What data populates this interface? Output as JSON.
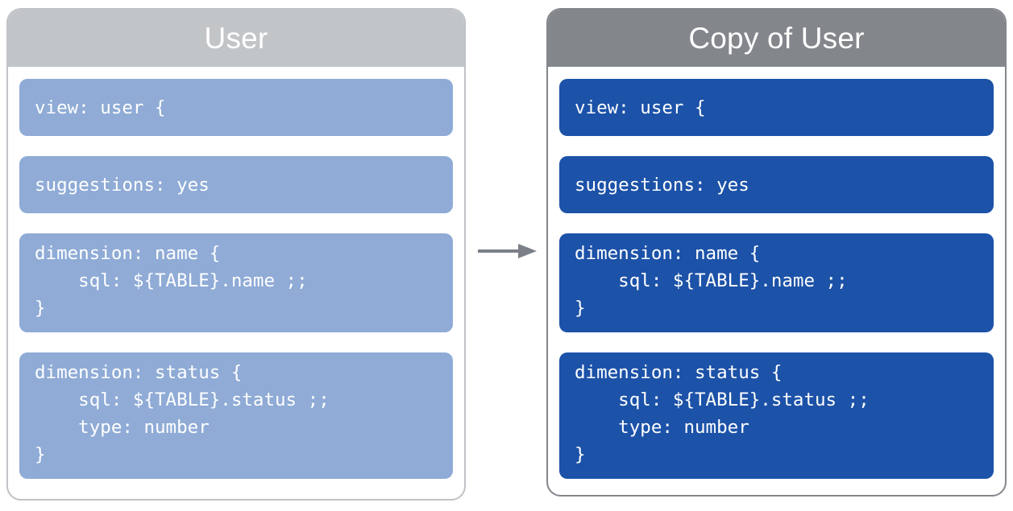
{
  "diagram": {
    "type": "copy-view-comparison",
    "arrow": {
      "icon": "arrow-right-icon",
      "direction": "left-to-right",
      "color": "#7a7f88"
    },
    "panels": [
      {
        "id": "source",
        "title": "User",
        "header_color": "#c2c5c8",
        "block_color": "#8fabd6",
        "border_color": "#bfc2c6",
        "blocks": [
          {
            "name": "view-declaration",
            "code": "view: user {"
          },
          {
            "name": "suggestions-property",
            "code": "suggestions: yes"
          },
          {
            "name": "dimension-name",
            "code": "dimension: name {\n    sql: ${TABLE}.name ;;\n}"
          },
          {
            "name": "dimension-status",
            "code": "dimension: status {\n    sql: ${TABLE}.status ;;\n    type: number\n}"
          }
        ]
      },
      {
        "id": "copy",
        "title": "Copy of User",
        "header_color": "#83878c",
        "block_color": "#1c52a8",
        "border_color": "#83878c",
        "blocks": [
          {
            "name": "view-declaration",
            "code": "view: user {"
          },
          {
            "name": "suggestions-property",
            "code": "suggestions: yes"
          },
          {
            "name": "dimension-name",
            "code": "dimension: name {\n    sql: ${TABLE}.name ;;\n}"
          },
          {
            "name": "dimension-status",
            "code": "dimension: status {\n    sql: ${TABLE}.status ;;\n    type: number\n}"
          }
        ]
      }
    ]
  }
}
